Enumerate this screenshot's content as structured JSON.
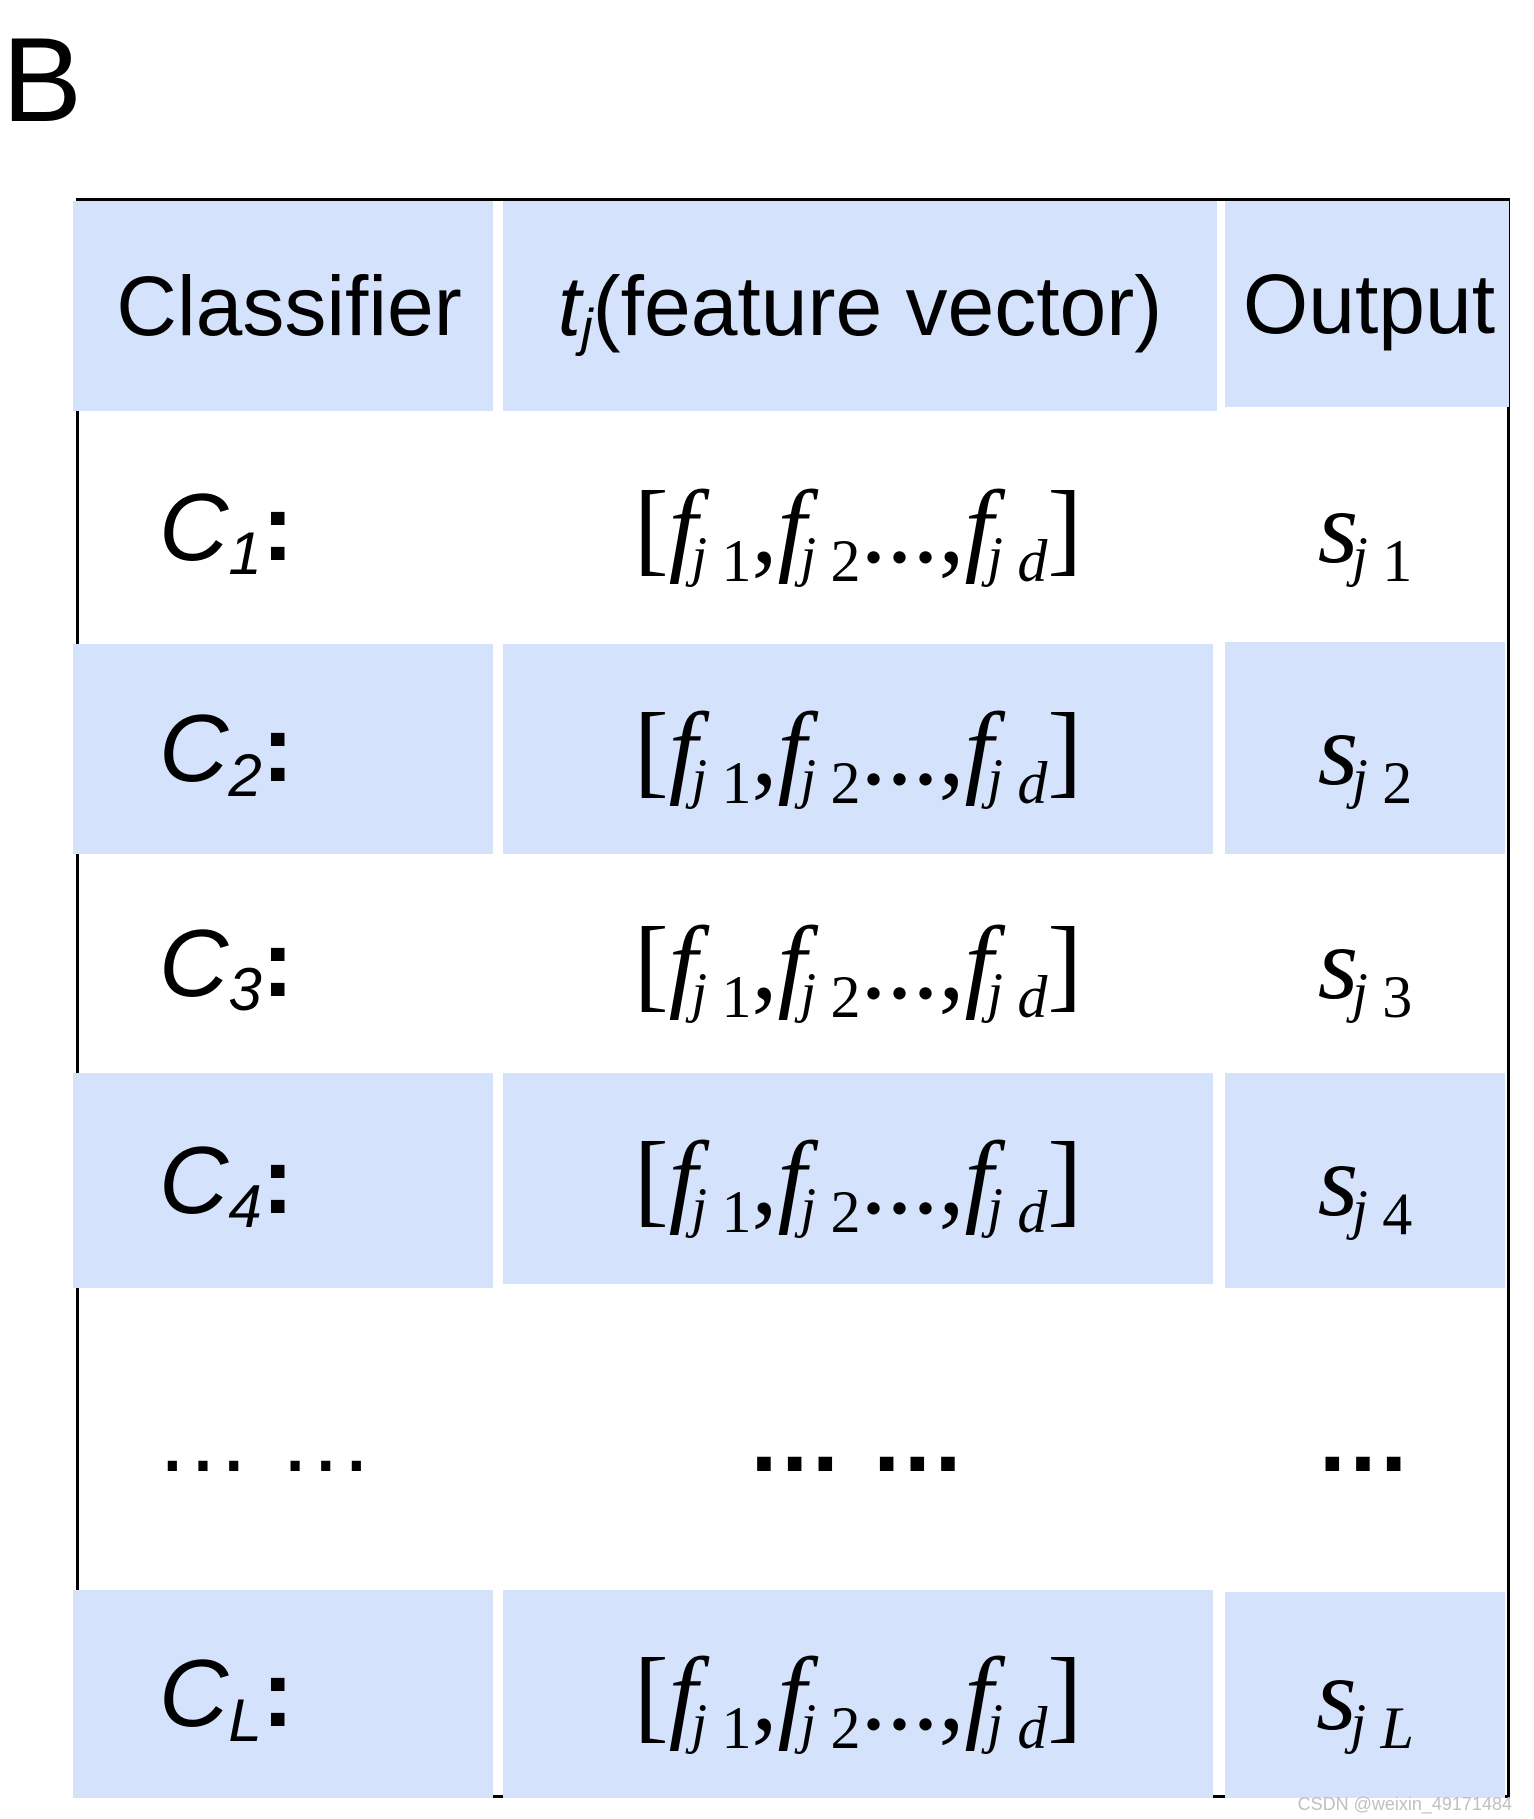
{
  "panel_label": "B",
  "headers": {
    "classifier": "Classifier",
    "feature_var": "t",
    "feature_sub": "j",
    "feature_text": " (feature vector)",
    "output": "Output"
  },
  "rows": [
    {
      "c": "C",
      "c_sub": "1",
      "colon": ":",
      "out": "s",
      "out_sub": "1",
      "sup": "j"
    },
    {
      "c": "C",
      "c_sub": "2",
      "colon": ":",
      "out": "s",
      "out_sub": "2",
      "sup": "j"
    },
    {
      "c": "C",
      "c_sub": "3",
      "colon": ":",
      "out": "s",
      "out_sub": "3",
      "sup": "j"
    },
    {
      "c": "C",
      "c_sub": "4",
      "colon": ":",
      "out": "s",
      "out_sub": "4",
      "sup": "j"
    },
    {
      "c": "C",
      "c_sub": "L",
      "colon": ":",
      "out": "s",
      "out_sub": "L",
      "sup": "j"
    }
  ],
  "vector": {
    "open": "[",
    "close": "]",
    "f": "f",
    "sup": "j",
    "sub1": "1",
    "sub2": "2",
    "subd": "d",
    "comma": ",",
    "dots": "...,"
  },
  "ellipsis_row": {
    "classifier": "... ...",
    "vector": "... ...",
    "output": "..."
  },
  "watermark": "CSDN @weixin_49171484",
  "colors": {
    "band": "#d5e2fb",
    "border": "#000000"
  }
}
